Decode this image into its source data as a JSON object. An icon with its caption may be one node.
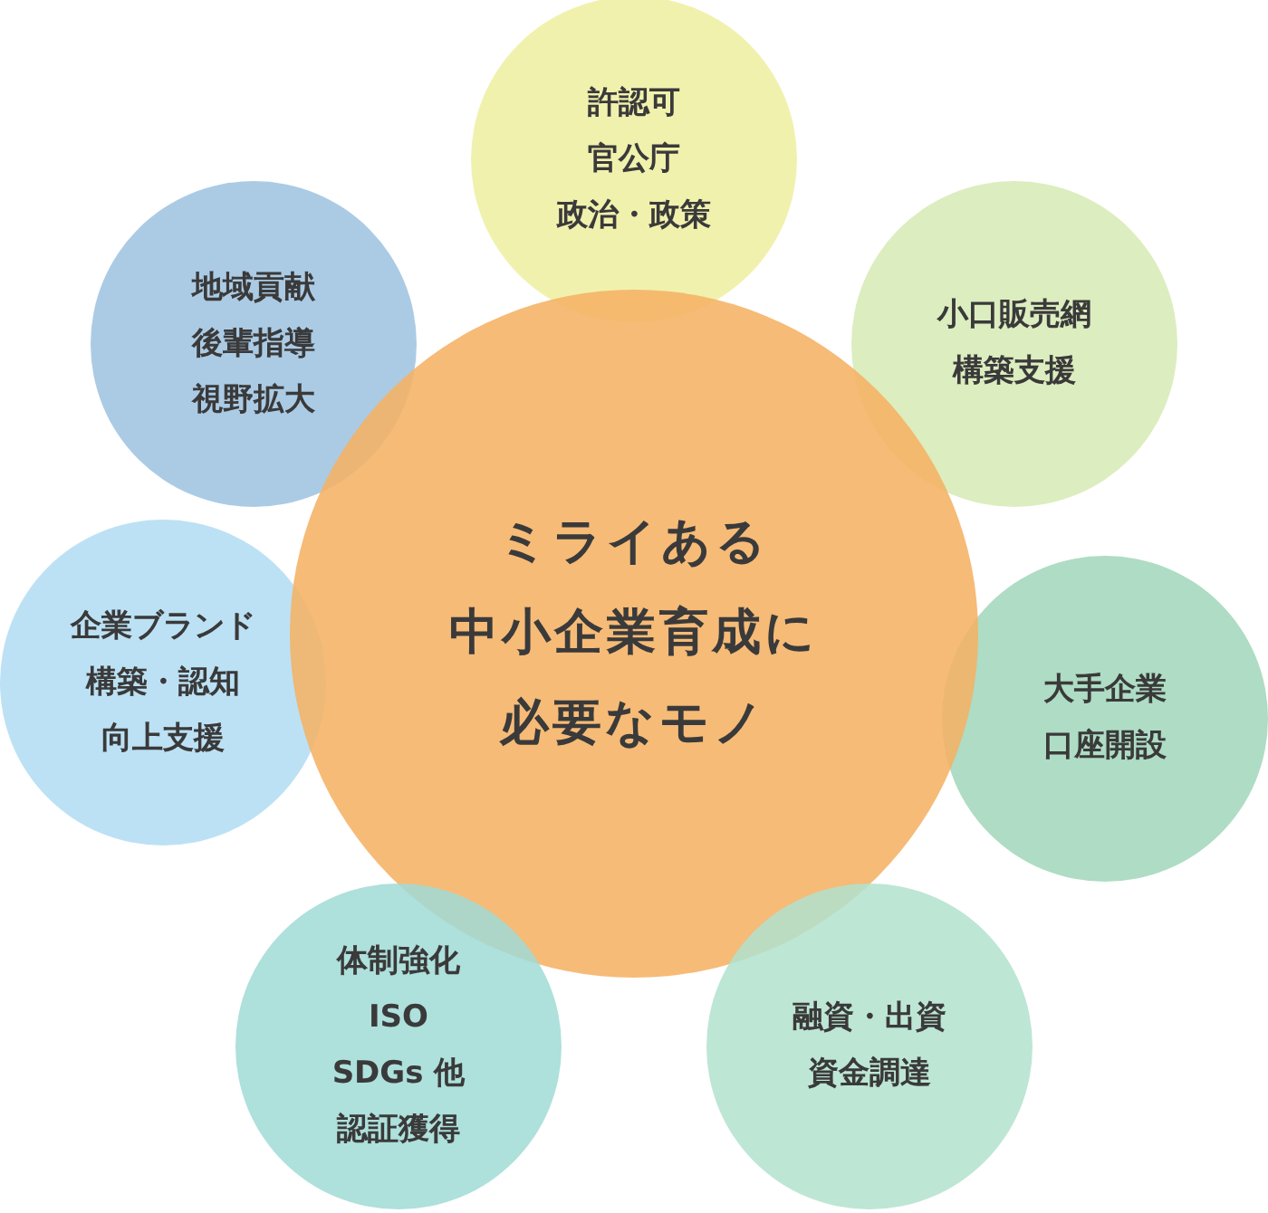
{
  "diagram": {
    "nodes": [
      {
        "text": [
          "許認可官公庁政治・政策"
        ]
      },
      {
        "text": [
          "地域貢献後輩指導視野拡大"
        ]
      },
      {
        "text": [
          "小口販売網構築支援"
        ]
      },
      {
        "text": [
          "ミライある中小企業育成に必要なモノ"
        ]
      },
      {
        "text": [
          "企業ブランド構築・認知向上支援"
        ]
      },
      {
        "text": [
          "大手企業口座開設"
        ]
      },
      {
        "text": [
          "体制強化ISO SDGs 他認証獲得"
        ]
      },
      {
        "text": [
          "融資・出資資金調達"
        ]
      }
    ]
  }
}
